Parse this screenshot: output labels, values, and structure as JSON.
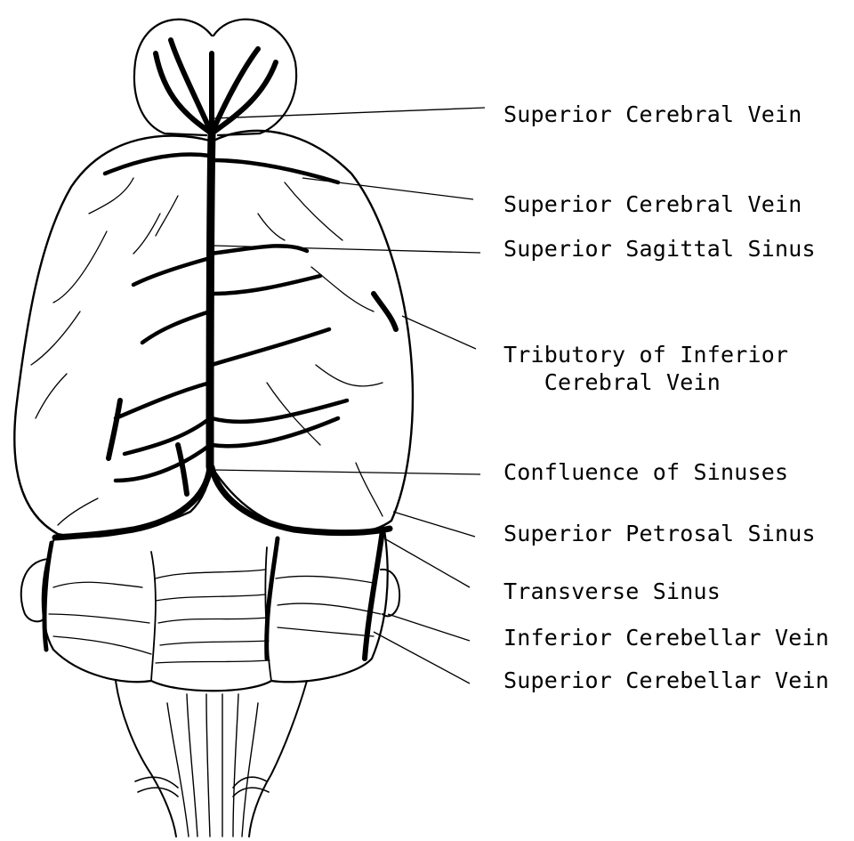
{
  "figure": {
    "ink_color": "#000000",
    "background": "#ffffff",
    "labels": [
      {
        "text": "Superior Cerebral Vein"
      },
      {
        "text": "Superior Cerebral Vein"
      },
      {
        "text": "Superior Sagittal Sinus"
      },
      {
        "text": "Tributory of Inferior\n   Cerebral Vein"
      },
      {
        "text": "Confluence of Sinuses"
      },
      {
        "text": "Superior Petrosal Sinus"
      },
      {
        "text": "Transverse Sinus"
      },
      {
        "text": "Inferior Cerebellar Vein"
      },
      {
        "text": "Superior Cerebellar Vein"
      }
    ]
  }
}
